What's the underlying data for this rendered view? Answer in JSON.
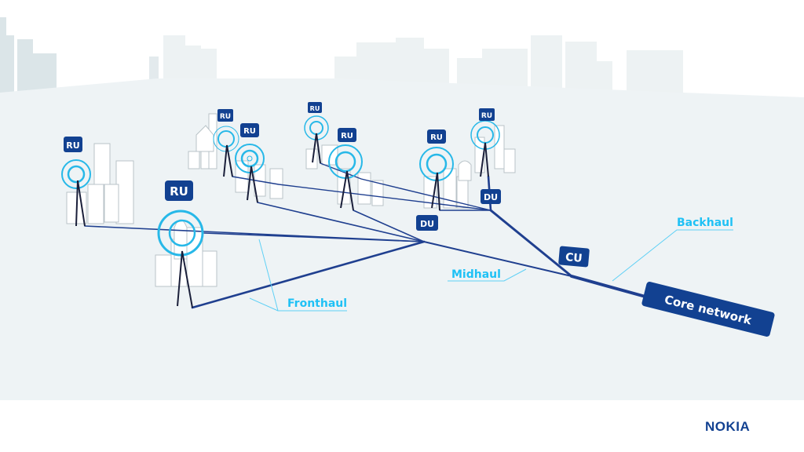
{
  "diagram": {
    "radio_units": [
      "RU",
      "RU",
      "RU",
      "RU",
      "RU",
      "RU",
      "RU",
      "RU"
    ],
    "distributed_units": [
      "DU",
      "DU"
    ],
    "central_unit": "CU",
    "core": "Core network",
    "labels": {
      "fronthaul": "Fronthaul",
      "midhaul": "Midhaul",
      "backhaul": "Backhaul"
    }
  },
  "brand": {
    "logo": "NOKIA",
    "color": "#124191",
    "accent": "#1fc1f5"
  }
}
